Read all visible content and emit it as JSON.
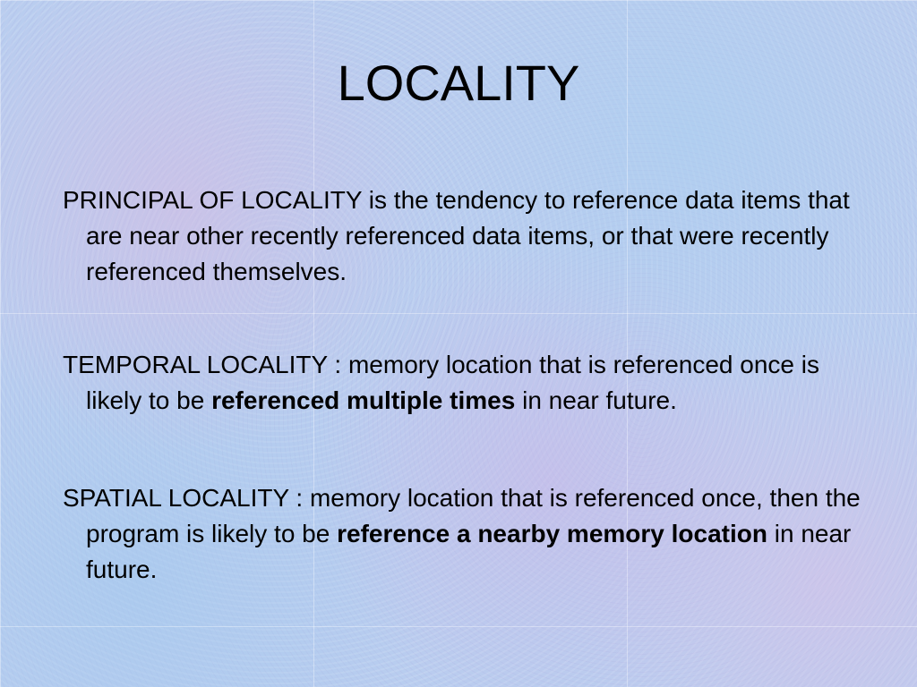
{
  "slide": {
    "title": "LOCALITY",
    "paragraphs": [
      {
        "lead": "PRINCIPAL OF LOCALITY  is the tendency to reference data items that are near other recently referenced data items, or that were recently referenced themselves.",
        "bold": "",
        "tail": ""
      },
      {
        "lead": "TEMPORAL LOCALITY : memory location that is referenced once is likely to be ",
        "bold": "referenced multiple times",
        "tail": " in near future."
      },
      {
        "lead": "SPATIAL LOCALITY : memory location that is referenced once, then the program is likely to be ",
        "bold": "reference a nearby memory location",
        "tail": " in near future."
      }
    ]
  }
}
